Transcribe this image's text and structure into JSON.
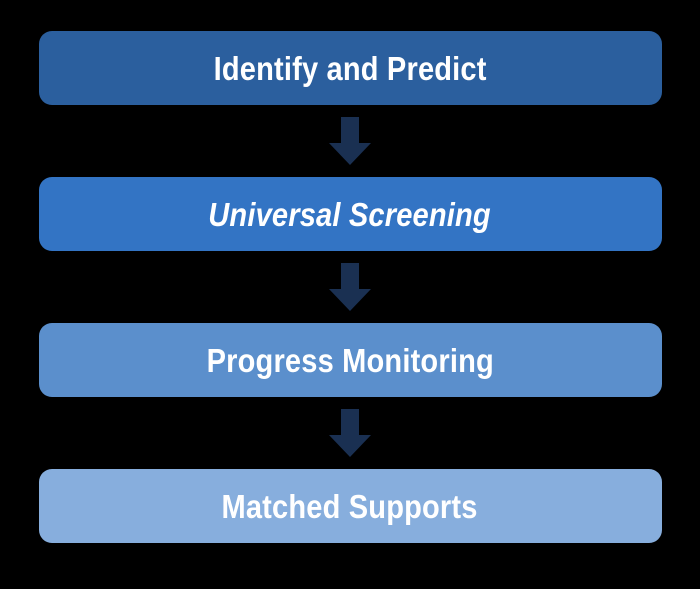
{
  "diagram": {
    "title": "Identify and Predict process flow",
    "background_color": "#000000",
    "arrow_color": "#1a3052",
    "text_color": "#ffffff",
    "orientation": "vertical-top-down",
    "steps": [
      {
        "label": "Identify and Predict",
        "color": "#2b5f9e",
        "emphasis": "normal"
      },
      {
        "label": "Universal Screening",
        "color": "#3374c4",
        "emphasis": "bold-italic"
      },
      {
        "label": "Progress Monitoring",
        "color": "#5b8fcc",
        "emphasis": "normal"
      },
      {
        "label": "Matched Supports",
        "color": "#87aedd",
        "emphasis": "normal"
      }
    ],
    "connectors": [
      {
        "from": "Identify and Predict",
        "to": "Universal Screening",
        "glyph": "down-arrow"
      },
      {
        "from": "Universal Screening",
        "to": "Progress Monitoring",
        "glyph": "down-arrow"
      },
      {
        "from": "Progress Monitoring",
        "to": "Matched Supports",
        "glyph": "down-arrow"
      }
    ]
  }
}
